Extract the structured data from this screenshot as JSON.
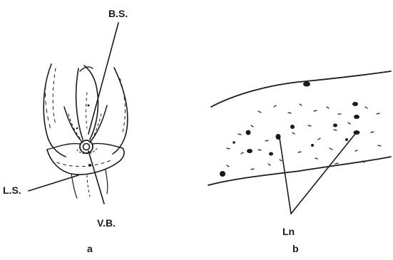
{
  "panels": [
    {
      "label": "a",
      "annotations": [
        "B.S.",
        "L.S.",
        "V.B."
      ]
    },
    {
      "label": "b",
      "annotations": [
        "Ln"
      ]
    }
  ],
  "colors": {
    "ink": "#1a1a1a",
    "background": "#ffffff"
  }
}
